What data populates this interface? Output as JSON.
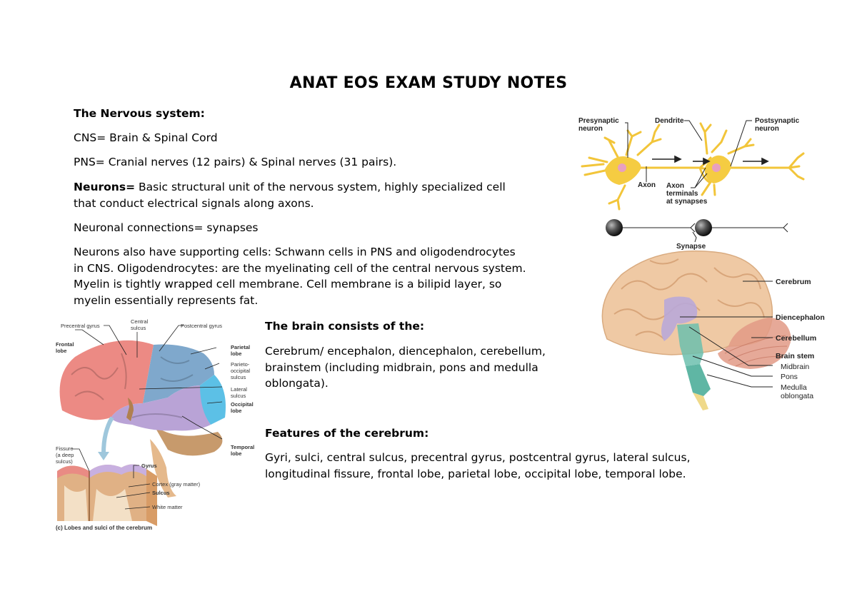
{
  "document": {
    "title": "ANAT EOS EXAM STUDY NOTES",
    "sections": {
      "nervous_system": {
        "heading": "The Nervous system:",
        "cns": "CNS= Brain & Spinal Cord",
        "pns": "PNS= Cranial nerves (12 pairs) & Spinal nerves (31 pairs).",
        "neurons_label": "Neurons=",
        "neurons_line1": " Basic structural unit of the nervous system, highly specialized cell",
        "neurons_line2": "that conduct electrical signals along axons.",
        "connections": "Neuronal connections= synapses",
        "supporting_lines": [
          "Neurons also have supporting cells: Schwann cells in PNS and oligodendrocytes",
          "in CNS.  Oligodendrocytes: are the myelinating cell of the central nervous system.",
          "Myelin is tightly wrapped cell membrane. Cell membrane is a bilipid layer, so",
          "myelin essentially represents fat."
        ]
      },
      "brain": {
        "heading": "The brain consists of the:",
        "lines": [
          "Cerebrum/ encephalon, diencephalon, cerebellum,",
          "brainstem (including midbrain, pons and medulla",
          "oblongata)."
        ]
      },
      "cerebrum": {
        "heading": "Features of the cerebrum:",
        "lines": [
          "Gyri, sulci, central sulcus, precentral gyrus, postcentral gyrus, lateral sulcus,",
          "longitudinal fissure, frontal lobe, parietal lobe, occipital lobe, temporal lobe."
        ]
      }
    }
  },
  "figures": {
    "neuron_diagram": {
      "labels": {
        "presynaptic_1": "Presynaptic",
        "presynaptic_2": "neuron",
        "dendrite": "Dendrite",
        "postsynaptic_1": "Postsynaptic",
        "postsynaptic_2": "neuron",
        "axon": "Axon",
        "terminals_1": "Axon",
        "terminals_2": "terminals",
        "terminals_3": "at synapses",
        "synapse": "Synapse"
      },
      "colors": {
        "neuron": "#f5d252",
        "nucleus": "#e8a0c0"
      }
    },
    "brain_sagittal": {
      "labels": {
        "cerebrum": "Cerebrum",
        "diencephalon": "Diencephalon",
        "cerebellum": "Cerebellum",
        "brain_stem": "Brain stem",
        "midbrain": "Midbrain",
        "pons": "Pons",
        "medulla_1": "Medulla",
        "medulla_2": "oblongata"
      },
      "colors": {
        "cerebrum": "#efc9a4",
        "diencephalon": "#b9a9d8",
        "cerebellum": "#e29a86",
        "brainstem": "#6cbfae"
      }
    },
    "brain_lobes": {
      "labels": {
        "precentral": "Precentral gyrus",
        "central_1": "Central",
        "central_2": "sulcus",
        "postcentral": "Postcentral gyrus",
        "frontal_1": "Frontal",
        "frontal_2": "lobe",
        "parietal_1": "Parietal",
        "parietal_2": "lobe",
        "parieto_1": "Parieto-",
        "parieto_2": "occipital",
        "parieto_3": "sulcus",
        "lateral_1": "Lateral",
        "lateral_2": "sulcus",
        "occipital_1": "Occipital",
        "occipital_2": "lobe",
        "temporal_1": "Temporal",
        "temporal_2": "lobe",
        "fissure_1": "Fissure",
        "fissure_2": "(a deep",
        "fissure_3": "sulcus)",
        "gyrus": "Gyrus",
        "cortex": "Cortex (gray matter)",
        "sulcus": "Sulcus",
        "white_matter": "White matter",
        "caption": "(c) Lobes and sulci of the cerebrum"
      },
      "colors": {
        "frontal": "#ec8a84",
        "parietal": "#7fa8cc",
        "occipital": "#5cc0e6",
        "temporal": "#b9a3d6",
        "cerebellum": "#c79a6c"
      }
    }
  }
}
